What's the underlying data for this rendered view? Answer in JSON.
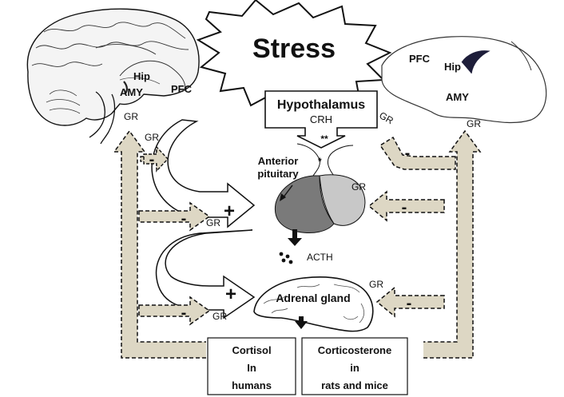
{
  "stress": "Stress",
  "human_brain": {
    "hip": "Hip",
    "amy": "AMY",
    "pfc": "PFC",
    "gr": "GR"
  },
  "rodent_brain": {
    "pfc": "PFC",
    "hip": "Hip",
    "amy": "AMY",
    "gr": "GR"
  },
  "hypothalamus": {
    "title": "Hypothalamus",
    "hormone": "CRH",
    "marker": "**"
  },
  "pituitary": {
    "label_line1": "Anterior",
    "label_line2": "pituitary",
    "gr": "GR",
    "marker": "*"
  },
  "acth": "ACTH",
  "adrenal": {
    "label": "Adrenal gland",
    "gr": "GR"
  },
  "feedback": {
    "minus": "-",
    "plus": "+",
    "gr_left_upper": "GR",
    "gr_left_mid": "GR",
    "gr_left_lower": "GR",
    "gr_right_upper": "GR"
  },
  "outputs": {
    "humans": {
      "line1": "Cortisol",
      "line2": "In",
      "line3": "humans"
    },
    "rodents": {
      "line1": "Corticosterone",
      "line2": "in",
      "line3": "rats and mice"
    }
  },
  "colors": {
    "arrow_fill": "#ddd7c4",
    "pituitary_anterior": "#7a7a7a",
    "pituitary_posterior": "#c8c8c8",
    "outline": "#111111"
  }
}
